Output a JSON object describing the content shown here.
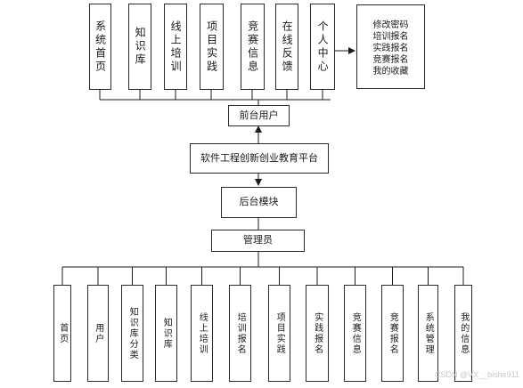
{
  "top_modules": [
    {
      "label": "系统首页"
    },
    {
      "label": "知识库"
    },
    {
      "label": "线上培训"
    },
    {
      "label": "项目实践"
    },
    {
      "label": "竞赛信息"
    },
    {
      "label": "在线反馈"
    },
    {
      "label": "个人中心"
    }
  ],
  "personal_center_items": [
    "修改密码",
    "培训报名",
    "实践报名",
    "竞赛报名",
    "我的收藏"
  ],
  "frontend_user": "前台用户",
  "platform": "软件工程创新创业教育平台",
  "backend_module": "后台模块",
  "admin": "管理员",
  "bottom_modules": [
    {
      "label": "首页"
    },
    {
      "label": "用户"
    },
    {
      "label": "知识库分类"
    },
    {
      "label": "知识库"
    },
    {
      "label": "线上培训"
    },
    {
      "label": "培训报名"
    },
    {
      "label": "项目实践"
    },
    {
      "label": "实践报名"
    },
    {
      "label": "竞赛信息"
    },
    {
      "label": "竞赛报名"
    },
    {
      "label": "系统管理"
    },
    {
      "label": "我的信息"
    }
  ],
  "watermark": "CSDN @VX__bishe911"
}
